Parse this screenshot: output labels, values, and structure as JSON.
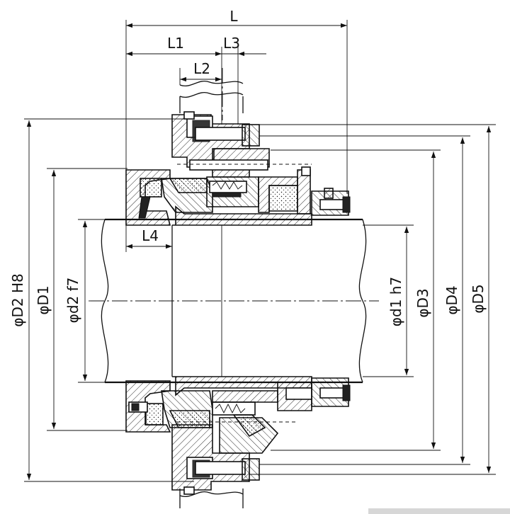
{
  "diagram": {
    "dimension_labels": {
      "L": "L",
      "L1": "L1",
      "L2": "L2",
      "L3": "L3",
      "L4": "L4",
      "D2": "φD2 H8",
      "D1": "φD1",
      "d2": "φd2 f7",
      "d1": "φd1 h7",
      "D3": "φD3",
      "D4": "φD4",
      "D5": "φD5"
    }
  }
}
